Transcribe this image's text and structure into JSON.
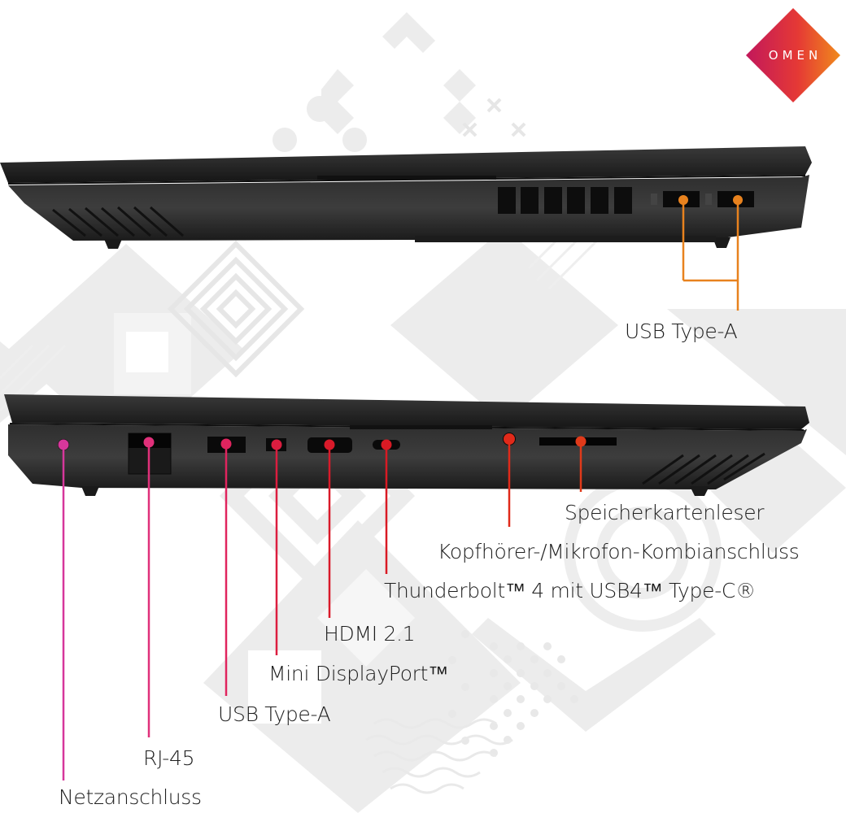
{
  "brand": {
    "logo_text": "OMEN",
    "gradient": [
      "#c2185b",
      "#e53935",
      "#f57c00"
    ]
  },
  "colors": {
    "callout_orange": "#e8821e",
    "callout_magenta": "#d6379b",
    "callout_pink": "#e0245e",
    "callout_red": "#d91a2a",
    "callout_redorange": "#e03a1a",
    "laptop_body": "#2a2a2a",
    "pattern_gray": "#ececec",
    "text": "#1e1e1e"
  },
  "top_view": {
    "name": "right-side-view",
    "callouts": [
      {
        "id": "usb-a-right",
        "label": "USB Type-A",
        "color": "orange",
        "ports": 2
      }
    ]
  },
  "bottom_view": {
    "name": "left-side-view",
    "callouts": [
      {
        "id": "card-reader",
        "label": "Speicherkartenleser"
      },
      {
        "id": "audio-combo",
        "label": "Kopfhörer-/Mikrofon-Kombianschluss"
      },
      {
        "id": "thunderbolt",
        "label": "Thunderbolt™ 4 mit USB4™ Type-C®"
      },
      {
        "id": "hdmi",
        "label": "HDMI 2.1"
      },
      {
        "id": "mini-dp",
        "label": "Mini DisplayPort™"
      },
      {
        "id": "usb-a-left",
        "label": "USB Type-A"
      },
      {
        "id": "rj45",
        "label": "RJ-45"
      },
      {
        "id": "power",
        "label": "Netzanschluss"
      }
    ]
  }
}
